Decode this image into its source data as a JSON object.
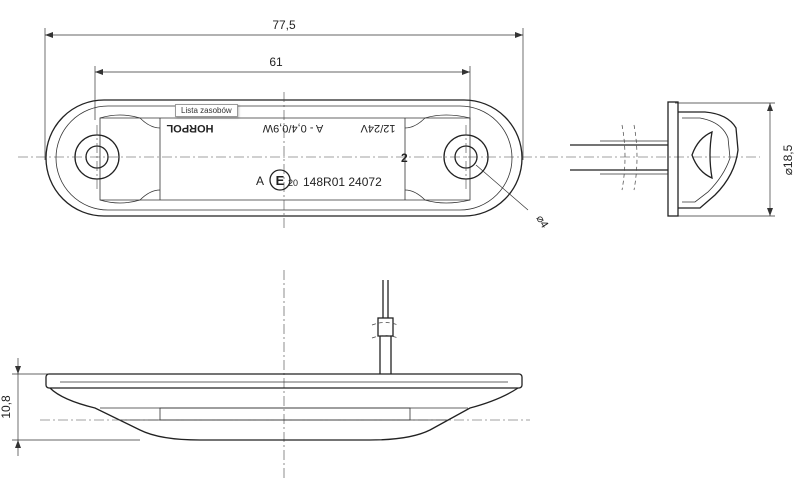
{
  "tooltip": {
    "text": "Lista zasobów"
  },
  "dimensions": {
    "overall_length": "77,5",
    "hole_spacing": "61",
    "hole_diameter": "⌀4",
    "height": "⌀18,5",
    "thickness": "10,8"
  },
  "markings": {
    "brand": "HORPOL",
    "power": "A - 0,4/0,9W",
    "voltage": "12/24V",
    "class_a": "A",
    "approval_mark": "E",
    "approval_number": "20",
    "approval_code": "148R01 24072",
    "position_label": "2"
  }
}
